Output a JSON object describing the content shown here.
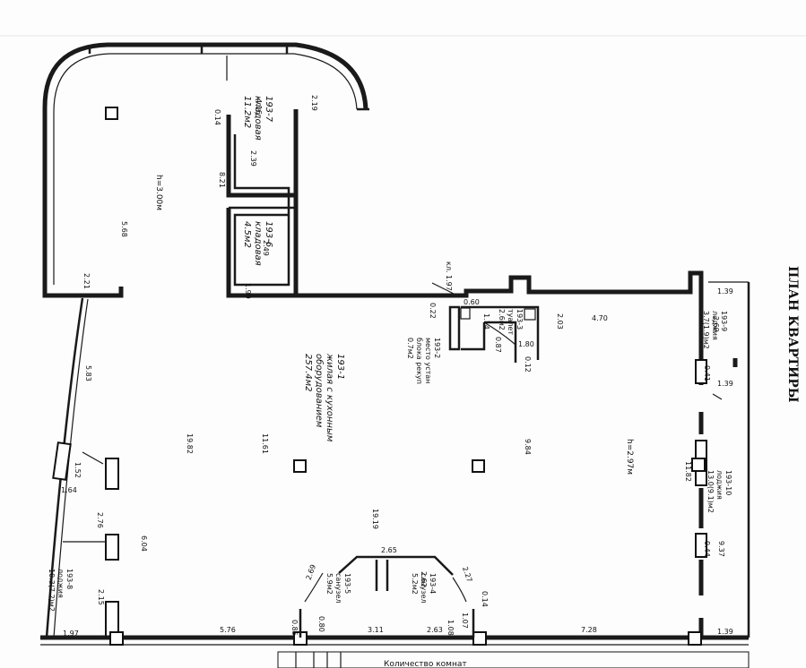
{
  "page": {
    "heading": "ПЛАН КВАРТИРЫ",
    "footer_label": "Количество комнат"
  },
  "rooms": {
    "r1": {
      "code": "193-1",
      "name": "жилая с кухонным",
      "name2": "оборудованием",
      "area": "257.4м2"
    },
    "r2": {
      "code": "193-2",
      "name": "место устан",
      "name2": "блока рекуп",
      "area": "0.7м2"
    },
    "r3": {
      "code": "193-3",
      "name": "туалет",
      "area": "2.6м2"
    },
    "r4": {
      "code": "193-4",
      "name": "санузел",
      "area": "5.2м2"
    },
    "r5": {
      "code": "193-5",
      "name": "санузел",
      "area": "5.9м2"
    },
    "r6": {
      "code": "193-6",
      "name": "кладовая",
      "area": "4.5м2"
    },
    "r7": {
      "code": "193-7",
      "name": "кладовая",
      "area": "11.2м2"
    },
    "r8": {
      "code": "193-8",
      "name": "лоджия",
      "area": "10.3(7.2)м2"
    },
    "r9": {
      "code": "193-9",
      "name": "лоджия",
      "area": "3.7(1.9)м2"
    },
    "r10": {
      "code": "193-10",
      "name": "лоджия",
      "area": "13.0(9.1)м2"
    }
  },
  "heights": {
    "h1": "h=3.00м",
    "h2": "h=2.97м"
  },
  "dims": {
    "d416": "4.16",
    "d219": "2.19",
    "d014": "0.14",
    "d239": "2.39",
    "d821": "8.21",
    "d568": "5.68",
    "d249": "2.49",
    "d199": "1.99",
    "d221": "2.21",
    "d583": "5.83",
    "d1982": "19.82",
    "d1161": "11.61",
    "d1919": "19.19",
    "d984": "9.84",
    "d152": "1.52",
    "d164": "1.64",
    "d276": "2.76",
    "d604": "6.04",
    "d215": "2.15",
    "d197": "1.97",
    "d576": "5.76",
    "d085": "0.85",
    "d080": "0.80",
    "d311": "3.11",
    "d269": "2.69",
    "d265": "2.65",
    "d262": "2.62",
    "d227": "2.27",
    "d014b": "0.14",
    "d107": "1.07",
    "d108": "1.08",
    "d263": "2.63",
    "d728": "7.28",
    "d139a": "1.39",
    "d139b": "1.39",
    "d139c": "1.39",
    "d1182": "11.82",
    "d937": "9.37",
    "d041": "0.41",
    "d044": "0.44",
    "d269b": "2.69",
    "d470": "4.70",
    "d203": "2.03",
    "d180": "1.80",
    "d012": "0.12",
    "d114": "1.14",
    "d060": "0.60",
    "d087": "0.87",
    "d022": "0.22",
    "kl": "кл. 1.97"
  }
}
